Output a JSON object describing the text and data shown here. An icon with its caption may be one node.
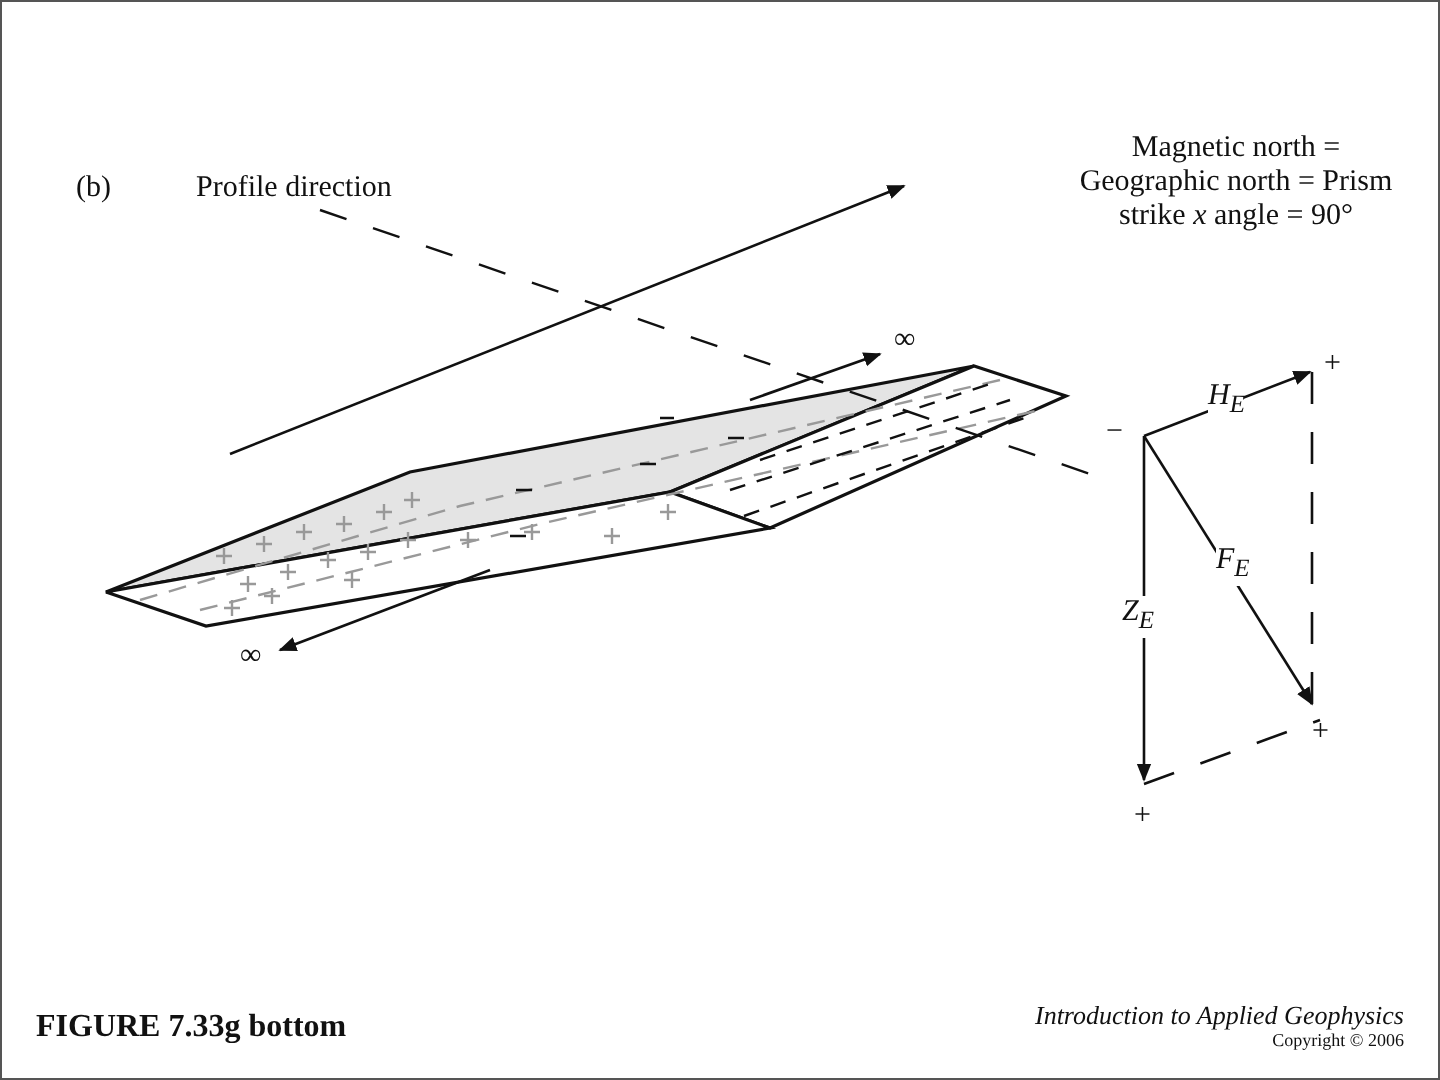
{
  "diagram": {
    "caption": "FIGURE 7.33g bottom",
    "labels": [
      "(b)",
      "Profile direction",
      "Magnetic north = Geographic north = Prism strike *x* angle = 90°",
      "∞",
      "+",
      "−",
      "H$_{E}$",
      "F$_{E}$",
      "Z$_{E}$",
      "∞",
      "+",
      "+",
      "Introduction to Applied Geophysics",
      "Copyright © 2006"
    ]
  }
}
